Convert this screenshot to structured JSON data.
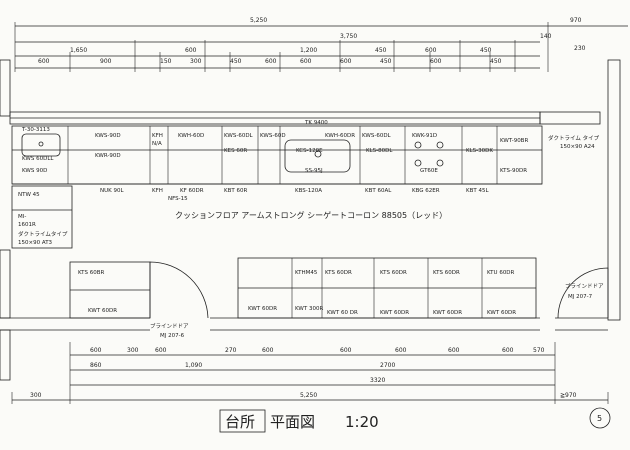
{
  "drawing": {
    "title_box": "台所",
    "title_rest": "平面図",
    "scale": "1:20",
    "sheet_number": "5",
    "floor_note": "クッションフロア アームストロング シーゲートコーロン 88505（レッド）"
  },
  "top_dimensions": {
    "overall": "5,250",
    "right_overall": "970",
    "sub_total": "3,750",
    "right_a": "140",
    "right_b": "230",
    "group1": "1,650",
    "group2": "600",
    "group3": "1,200",
    "group4": "450",
    "group5": "600",
    "group6": "450",
    "detail": [
      "600",
      "900",
      "150",
      "300",
      "450",
      "600",
      "600",
      "600",
      "450",
      "600",
      "450"
    ]
  },
  "bottom_dimensions": {
    "row1": [
      "600",
      "300",
      "600",
      "270",
      "600",
      "600",
      "600",
      "600",
      "600",
      "570"
    ],
    "row2": [
      "860",
      "1,090",
      "2700"
    ],
    "row3": [
      "3320"
    ],
    "overall": "5,250",
    "left": "300",
    "right": "≧970"
  },
  "upper_units": {
    "tk_label": "TK 9400",
    "items": [
      "KWS-90D",
      "KWH-60D",
      "KWR-90D",
      "KWS-60DL",
      "KWH-60DR",
      "KWK-91D",
      "KWT-90BR",
      "KWS-60D",
      "KWS-60DL"
    ],
    "small": [
      "KFH",
      "N/A"
    ],
    "left_top": "T-30-3113",
    "left_sub": "KWS 60DLL",
    "left_sub2": "KWS 90D"
  },
  "middle_labels": {
    "kes": "KES 60R",
    "sink": "KCS-120E",
    "ss": "SS-95J",
    "kls": "KLS-80DL",
    "gt": "GT60E",
    "kls2": "KLS-30DK",
    "kts": "KTS-90DR"
  },
  "lower_labels": {
    "n1": "NUK 90L",
    "n2": "KFH",
    "n3": "NFS-15",
    "n4": "KF 60DR",
    "n5": "KBT 60R",
    "n6": "KBS-120A",
    "n7": "KBT 60AL",
    "n8": "KBG 62ER",
    "n9": "KBT 45L"
  },
  "left_side": {
    "ntw": "NTW 45",
    "mi": "MI-",
    "mi2": "1601R",
    "duct": "ダクトライムタイプ",
    "duct2": "150×90 AT3"
  },
  "right_side": {
    "duct_a": "ダクトライム タイプ",
    "duct_b": "150×90 A24",
    "door_a": "ブラインドドア",
    "door_b": "MJ 207-7"
  },
  "door_left": {
    "label": "ブラインドドア",
    "code": "MJ 207-6"
  },
  "bottom_units": {
    "left_top": "KTS 60BR",
    "left_bot": "KWT 60DR",
    "kth": "KTHM45",
    "kts1": "KTS 60DR",
    "kts2": "KTS 60DR",
    "kts3": "KTS 60DR",
    "kts4": "KTU 60DR",
    "kwt1": "KWT 60DR",
    "kwt2": "KWT 300R",
    "kwt3": "KWT 60 DR",
    "kwt4": "KWT 60DR",
    "kwt5": "KWT 60DR",
    "kwt6": "KWT 60DR"
  }
}
